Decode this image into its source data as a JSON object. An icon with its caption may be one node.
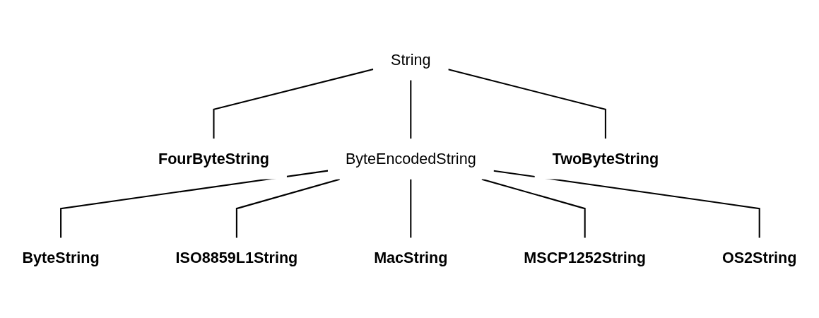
{
  "diagram": {
    "nodes": [
      {
        "text": [
          "String"
        ]
      },
      {
        "text": [
          "FourByteString"
        ]
      },
      {
        "text": [
          "ByteEncodedString"
        ]
      },
      {
        "text": [
          "TwoByteString"
        ]
      },
      {
        "text": [
          "ByteString"
        ]
      },
      {
        "text": [
          "ISO8859L1String"
        ]
      },
      {
        "text": [
          "MacString"
        ]
      },
      {
        "text": [
          "MSCP1252String"
        ]
      },
      {
        "text": [
          "OS2String"
        ]
      }
    ],
    "edges": [
      {
        "from": 0,
        "to": 1,
        "arrow": "none"
      },
      {
        "from": 0,
        "to": 2,
        "arrow": "none"
      },
      {
        "from": 0,
        "to": 3,
        "arrow": "none"
      },
      {
        "from": 2,
        "to": 4,
        "arrow": "none"
      },
      {
        "from": 2,
        "to": 5,
        "arrow": "none"
      },
      {
        "from": 2,
        "to": 6,
        "arrow": "none"
      },
      {
        "from": 2,
        "to": 7,
        "arrow": "none"
      },
      {
        "from": 2,
        "to": 8,
        "arrow": "none"
      }
    ]
  }
}
